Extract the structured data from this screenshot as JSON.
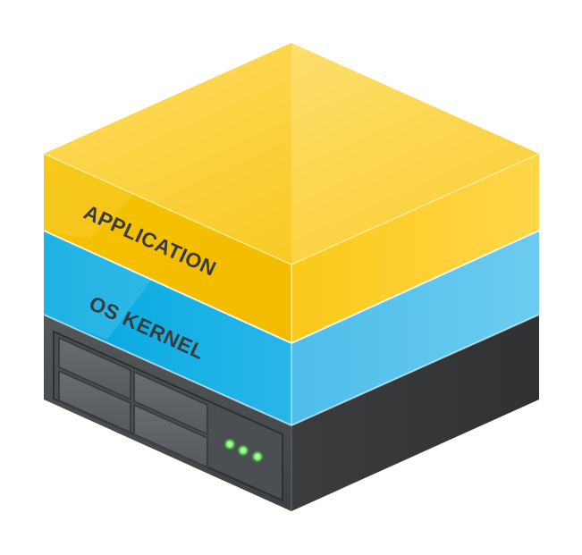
{
  "layers": {
    "application": {
      "label": "APPLICATION",
      "colors": {
        "top": "#fbd23c",
        "left": "#f6c200",
        "right": "#fccb17"
      }
    },
    "os_kernel": {
      "label": "OS KERNEL",
      "colors": {
        "left": "#00a7df",
        "right": "#5ac3ec"
      }
    },
    "server": {
      "colors": {
        "left": "#4a4d4f",
        "right": "#353739",
        "led": "#7dff6a"
      },
      "status_leds": 3
    }
  }
}
